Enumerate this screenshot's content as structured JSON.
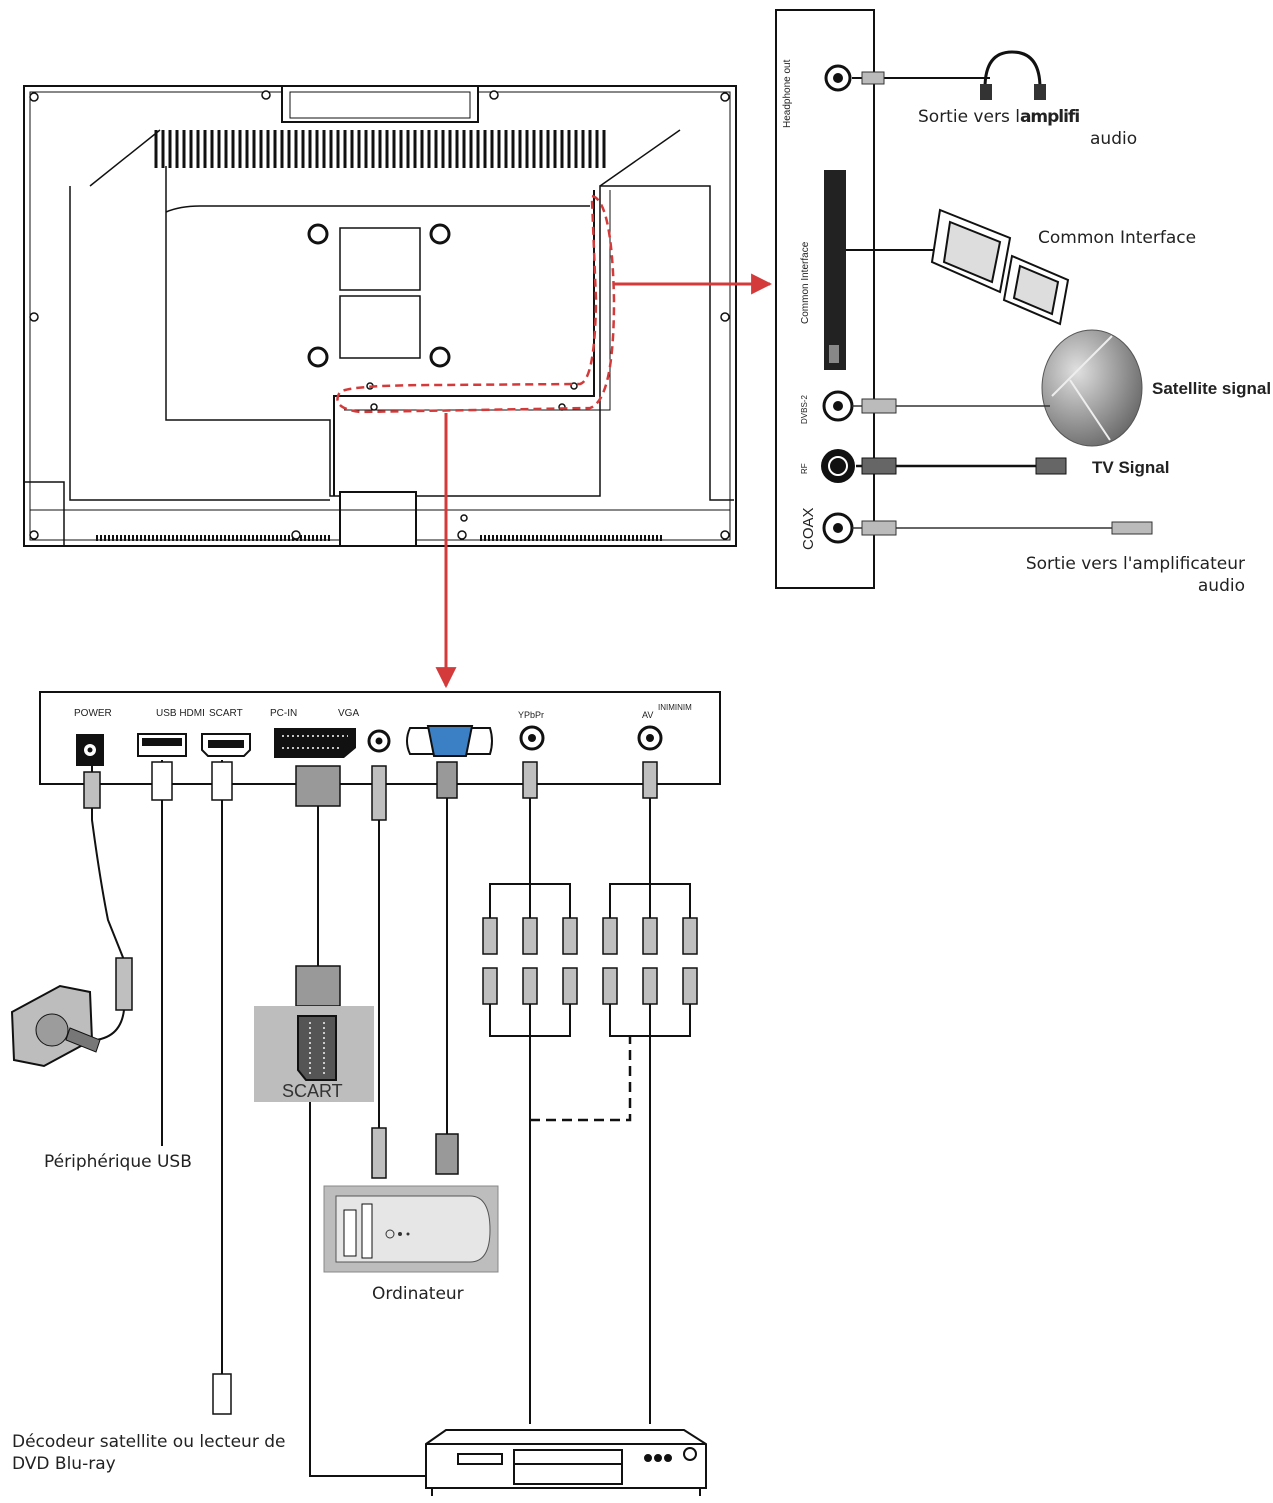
{
  "side_panel": {
    "ports": {
      "headphone": "Headphone out",
      "common_interface": "Common Interface",
      "dvbs2": "DVBS-2",
      "rf": "RF",
      "coax": "COAX"
    },
    "callouts": {
      "headphone_line1": "Sortie vers l",
      "headphone_overlap": "amplifi",
      "headphone_line2": "audio",
      "common_interface": "Common Interface",
      "satellite": "Satellite signal",
      "tv": "TV Signal",
      "coax_line1": "Sortie vers l'amplificateur",
      "coax_line2": "audio"
    }
  },
  "bottom_panel": {
    "ports": {
      "power": "POWER",
      "usb_hdmi": "USB HDMI",
      "scart": "SCART",
      "pcin": "PC-IN",
      "vga": "VGA",
      "ypbpr": "YPbPr",
      "av": "AV",
      "minimum": "ΙΝΙΜΙΝΙΜ"
    }
  },
  "devices": {
    "scart_adapter": "SCART",
    "usb": "Périphérique USB",
    "computer": "Ordinateur",
    "decoder_line1": "Décodeur satellite ou lecteur de",
    "decoder_line2": "DVD Blu-ray"
  },
  "colors": {
    "outline": "#111111",
    "arrow_red": "#d43a3a",
    "device_gray": "#bdbdbd"
  }
}
